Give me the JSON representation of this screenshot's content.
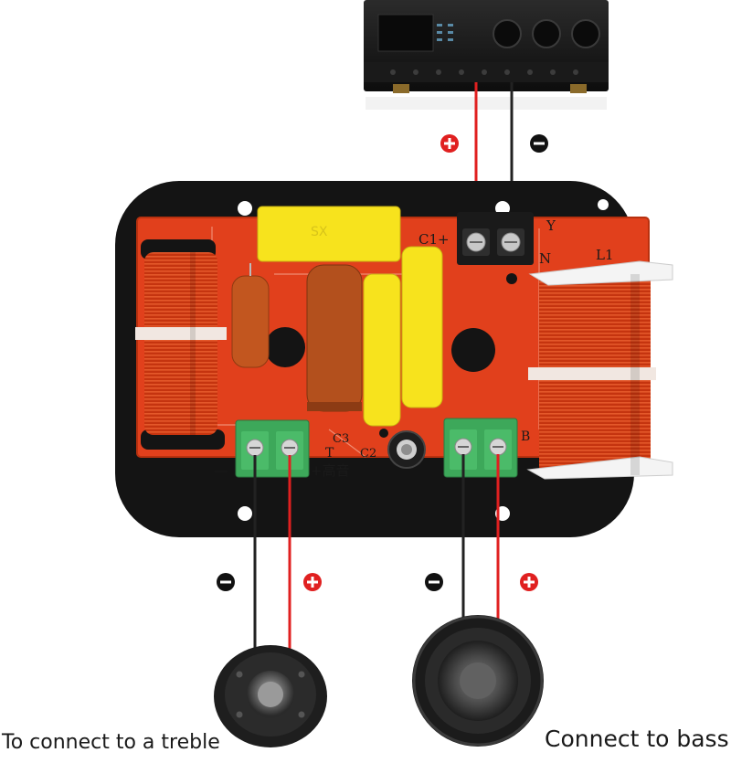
{
  "image": {
    "description_free": true
  },
  "board": {
    "silk_labels": {
      "c1": "C1+",
      "l1": "L1",
      "c3": "C3",
      "c2": "C2",
      "t": "T",
      "treble_mark": "+高音",
      "b": "B",
      "minus_left": "—",
      "n": "N",
      "y": "Y"
    }
  },
  "captions": {
    "treble": "To connect to a treble",
    "bass": "Connect to bass"
  },
  "colors": {
    "board_red": "#e1401c",
    "plate_black": "#141414",
    "coil_copper": "#c5340f",
    "cap_yellow": "#f7e31d",
    "cap_orange": "#b3501d",
    "terminal_green": "#3da85a",
    "wire_red": "#e02020",
    "wire_black": "#1a1a1a"
  },
  "icons": [
    "plus-badge-icon",
    "minus-badge-icon"
  ]
}
